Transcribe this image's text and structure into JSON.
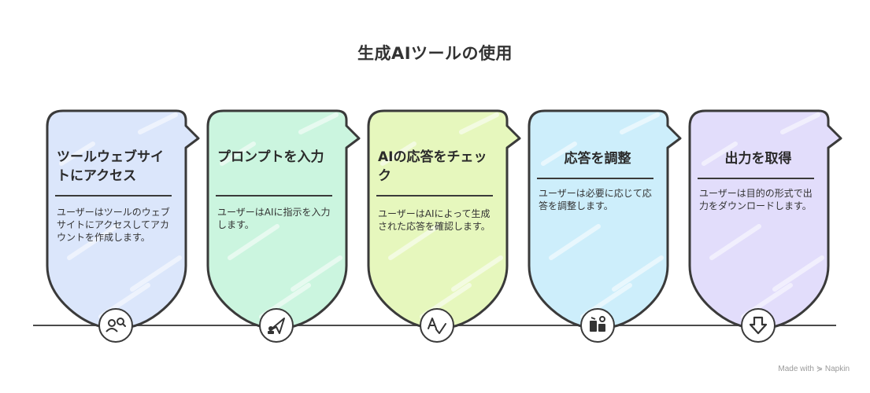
{
  "title": "生成AIツールの使用",
  "steps": [
    {
      "heading": "ツールウェブサイトにアクセス",
      "body": "ユーザーはツールのウェブサイトにアクセスしてアカウントを作成します。",
      "icon": "user-search-icon",
      "color": "#dbe6fb"
    },
    {
      "heading": "プロンプトを入力",
      "body": "ユーザーはAIに指示を入力します。",
      "icon": "send-prompt-icon",
      "color": "#cbf5df"
    },
    {
      "heading": "AIの応答をチェック",
      "body": "ユーザーはAIによって生成された応答を確認します。",
      "icon": "spell-check-icon",
      "color": "#e6f7bd"
    },
    {
      "heading": "応答を調整",
      "body": "ユーザーは必要に応じて応答を調整します。",
      "icon": "adjust-tools-icon",
      "color": "#cdeefb"
    },
    {
      "heading": "出力を取得",
      "body": "ユーザーは目的の形式で出力をダウンロードします。",
      "icon": "download-icon",
      "color": "#e2ddfb"
    }
  ],
  "watermark": "Made with ⋟ Napkin"
}
